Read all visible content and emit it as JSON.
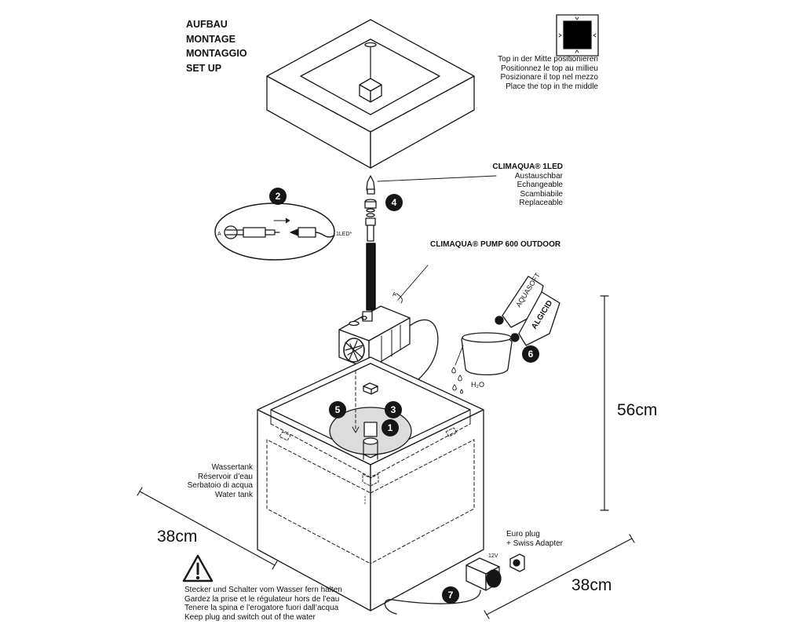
{
  "title_lines": [
    "AUFBAU",
    "MONTAGE",
    "MONTAGGIO",
    "SET UP"
  ],
  "top_note": [
    "Top in der Mitte positionieren",
    "Positionnez le top au millieu",
    "Posizionare il top nel mezzo",
    "Place the top in the middle"
  ],
  "led": {
    "name": "CLIMAQUA® 1LED",
    "lines": [
      "Austauschbar",
      "Echangeable",
      "Scambiabile",
      "Replaceable"
    ]
  },
  "pump_label": "CLIMAQUA® PUMP 600 OUTDOOR",
  "water_tank": [
    "Wassertank",
    "Réservoir d’eau",
    "Serbatoio di acqua",
    "Water tank"
  ],
  "plug": [
    "Euro plug",
    "+ Swiss Adapter"
  ],
  "warning": [
    "Stecker und Schalter vom Wasser fern halten",
    "Gardez la prise et le régulateur hors de l’eau",
    "Tenere la spina e l’erogatore fuori dall’acqua",
    "Keep plug and switch out of the water"
  ],
  "dimensions": {
    "height": "56cm",
    "width_left": "38cm",
    "width_right": "38cm"
  },
  "steps": [
    "1",
    "2",
    "3",
    "4",
    "5",
    "6",
    "7"
  ],
  "small_labels": {
    "h2o": "H₂O",
    "voltage": "12V",
    "cable_a": "A",
    "cable_led": "1LED*",
    "pump_a": "A"
  },
  "bottles": [
    "AQUASOFT",
    "ALGICID"
  ],
  "icons": [
    "warning-triangle-icon",
    "top-position-icon",
    "plug-adapter-icon",
    "water-drop-icon"
  ]
}
